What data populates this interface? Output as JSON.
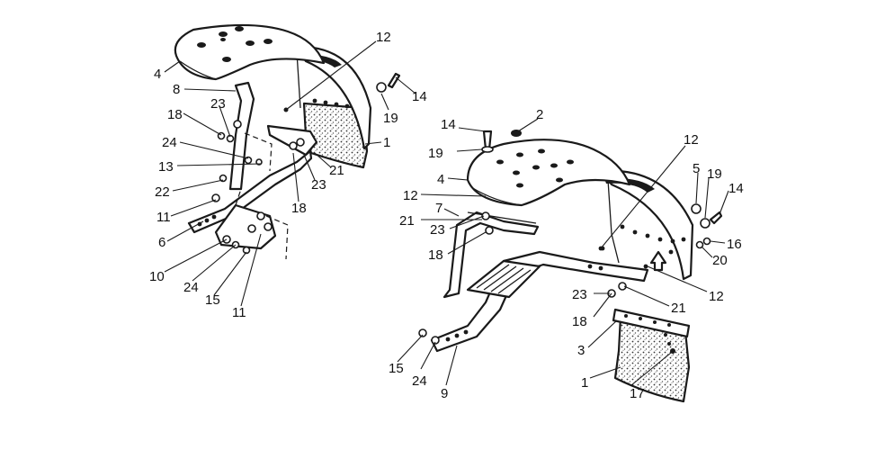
{
  "left_assembly": {
    "callouts": [
      {
        "id": "l4",
        "text": "4"
      },
      {
        "id": "l8",
        "text": "8"
      },
      {
        "id": "l18",
        "text": "18"
      },
      {
        "id": "l23",
        "text": "23"
      },
      {
        "id": "l24",
        "text": "24"
      },
      {
        "id": "l13",
        "text": "13"
      },
      {
        "id": "l22",
        "text": "22"
      },
      {
        "id": "l11a",
        "text": "11"
      },
      {
        "id": "l6",
        "text": "6"
      },
      {
        "id": "l10",
        "text": "10"
      },
      {
        "id": "l24b",
        "text": "24"
      },
      {
        "id": "l15",
        "text": "15"
      },
      {
        "id": "l11b",
        "text": "11"
      },
      {
        "id": "l12",
        "text": "12"
      },
      {
        "id": "l14",
        "text": "14"
      },
      {
        "id": "l19",
        "text": "19"
      },
      {
        "id": "l1",
        "text": "1"
      },
      {
        "id": "l21",
        "text": "21"
      },
      {
        "id": "l23b",
        "text": "23"
      },
      {
        "id": "l18b",
        "text": "18"
      }
    ]
  },
  "right_assembly": {
    "callouts": [
      {
        "id": "r14",
        "text": "14"
      },
      {
        "id": "r2",
        "text": "2"
      },
      {
        "id": "r19",
        "text": "19"
      },
      {
        "id": "r4",
        "text": "4"
      },
      {
        "id": "r12a",
        "text": "12"
      },
      {
        "id": "r7",
        "text": "7"
      },
      {
        "id": "r21",
        "text": "21"
      },
      {
        "id": "r23",
        "text": "23"
      },
      {
        "id": "r18",
        "text": "18"
      },
      {
        "id": "r12b",
        "text": "12"
      },
      {
        "id": "r5",
        "text": "5"
      },
      {
        "id": "r19b",
        "text": "19"
      },
      {
        "id": "r14b",
        "text": "14"
      },
      {
        "id": "r16",
        "text": "16"
      },
      {
        "id": "r20",
        "text": "20"
      },
      {
        "id": "r12c",
        "text": "12"
      },
      {
        "id": "r23b",
        "text": "23"
      },
      {
        "id": "r21b",
        "text": "21"
      },
      {
        "id": "r18b",
        "text": "18"
      },
      {
        "id": "r3",
        "text": "3"
      },
      {
        "id": "r15",
        "text": "15"
      },
      {
        "id": "r24",
        "text": "24"
      },
      {
        "id": "r9",
        "text": "9"
      },
      {
        "id": "r1",
        "text": "1"
      },
      {
        "id": "r17",
        "text": "17"
      }
    ]
  }
}
